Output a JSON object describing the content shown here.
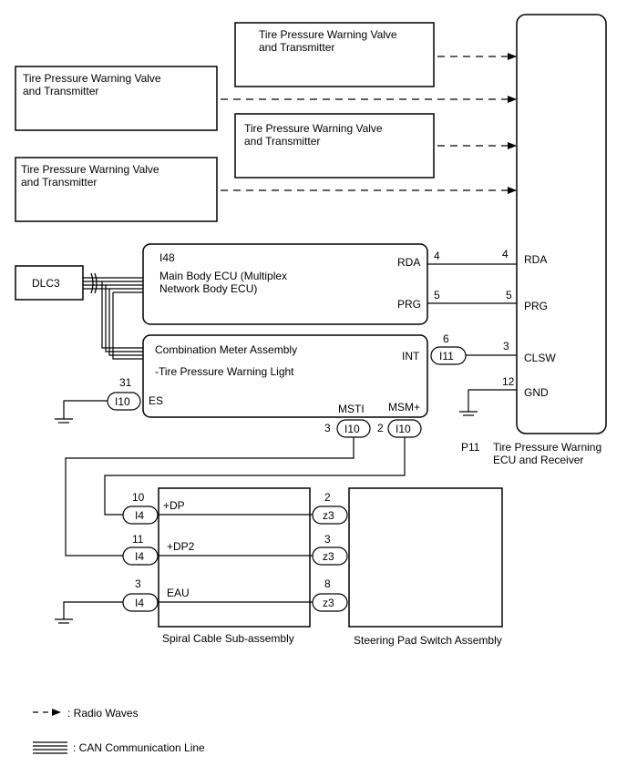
{
  "transmitters": [
    {
      "line1": "Tire Pressure Warning Valve",
      "line2": "and Transmitter"
    },
    {
      "line1": "Tire Pressure Warning Valve",
      "line2": "and Transmitter"
    },
    {
      "line1": "Tire Pressure Warning Valve",
      "line2": "and Transmitter"
    },
    {
      "line1": "Tire Pressure Warning Valve",
      "line2": "and Transmitter"
    }
  ],
  "dlc3": {
    "label": "DLC3"
  },
  "main_body_ecu": {
    "connector": "I48",
    "line1": "Main Body ECU (Multiplex",
    "line2": "Network Body ECU)",
    "pins": [
      {
        "name": "RDA",
        "number": "4"
      },
      {
        "name": "PRG",
        "number": "5"
      }
    ]
  },
  "combination_meter": {
    "title": "Combination Meter Assembly",
    "subtitle": "-Tire  Pressure Warning Light",
    "int_pin": {
      "name": "INT",
      "number": "6",
      "connector": "I11"
    },
    "es_pin": {
      "name": "ES",
      "number": "31",
      "connector": "I10"
    },
    "msti_pin": {
      "name": "MSTI",
      "number": "3",
      "connector": "I10"
    },
    "msm_pin": {
      "name": "MSM+",
      "number": "2",
      "connector": "I10"
    }
  },
  "tpw_ecu": {
    "connector": "P11",
    "line1": "Tire Pressure Warning",
    "line2": "ECU and Receiver",
    "pins": [
      {
        "name": "RDA",
        "number": "4"
      },
      {
        "name": "PRG",
        "number": "5"
      },
      {
        "name": "CLSW",
        "number": "3"
      },
      {
        "name": "GND",
        "number": "12"
      }
    ]
  },
  "spiral_cable": {
    "label": "Spiral Cable Sub-assembly",
    "left_pins": [
      {
        "name": "+DP",
        "number": "10",
        "connector": "I4"
      },
      {
        "name": "+DP2",
        "number": "11",
        "connector": "I4"
      },
      {
        "name": "EAU",
        "number": "3",
        "connector": "I4"
      }
    ],
    "right_pins": [
      {
        "number": "2",
        "connector": "z3"
      },
      {
        "number": "3",
        "connector": "z3"
      },
      {
        "number": "8",
        "connector": "z3"
      }
    ]
  },
  "steering_pad": {
    "label": "Steering Pad Switch Assembly"
  },
  "legend": {
    "radio": ": Radio Waves",
    "can": ": CAN Communication Line"
  }
}
